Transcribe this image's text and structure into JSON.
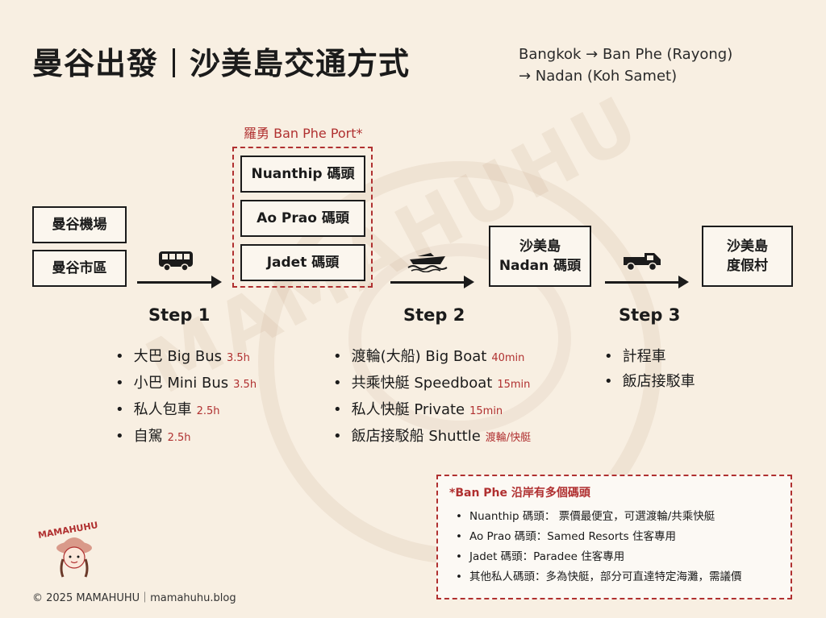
{
  "title": {
    "left": "曼谷出發",
    "right": "沙美島交通方式"
  },
  "subtitle": {
    "line1": "Bangkok → Ban Phe (Rayong)",
    "line2": "→ Nadan (Koh Samet)"
  },
  "watermark": "MAMAHUHU",
  "origins": [
    "曼谷機場",
    "曼谷市區"
  ],
  "port": {
    "label": "羅勇 Ban Phe Port*",
    "piers": [
      "Nuanthip 碼頭",
      "Ao Prao 碼頭",
      "Jadet 碼頭"
    ]
  },
  "nadan_box": {
    "line1": "沙美島",
    "line2": "Nadan 碼頭"
  },
  "resort_box": {
    "line1": "沙美島",
    "line2": "度假村"
  },
  "steps": [
    {
      "label": "Step 1",
      "icon": "bus-icon",
      "options": [
        {
          "name": "大巴 Big Bus",
          "time": "3.5h"
        },
        {
          "name": "小巴 Mini Bus",
          "time": "3.5h"
        },
        {
          "name": "私人包車",
          "time": "2.5h"
        },
        {
          "name": "自駕",
          "time": "2.5h"
        }
      ]
    },
    {
      "label": "Step 2",
      "icon": "boat-icon",
      "options": [
        {
          "name": "渡輪(大船) Big Boat",
          "time": "40min"
        },
        {
          "name": "共乘快艇 Speedboat",
          "time": "15min"
        },
        {
          "name": "私人快艇 Private",
          "time": "15min"
        },
        {
          "name": "飯店接駁船 Shuttle",
          "time": "渡輪/快艇"
        }
      ]
    },
    {
      "label": "Step 3",
      "icon": "truck-icon",
      "options": [
        {
          "name": "計程車"
        },
        {
          "name": "飯店接駁車"
        }
      ]
    }
  ],
  "note": {
    "title": "*Ban Phe 沿岸有多個碼頭",
    "items": [
      "Nuanthip 碼頭： 票價最便宜，可選渡輪/共乘快艇",
      "Ao Prao 碼頭：Samed Resorts 住客專用",
      "Jadet 碼頭：Paradee 住客專用",
      "其他私人碼頭：多為快艇，部分可直達特定海灘，需議價"
    ]
  },
  "logo_text": "MAMAHUHU",
  "footer": "© 2025 MAMAHUHU｜mamahuhu.blog",
  "colors": {
    "background": "#f8efe2",
    "accent": "#b03030",
    "ink": "#1b1b1b"
  }
}
